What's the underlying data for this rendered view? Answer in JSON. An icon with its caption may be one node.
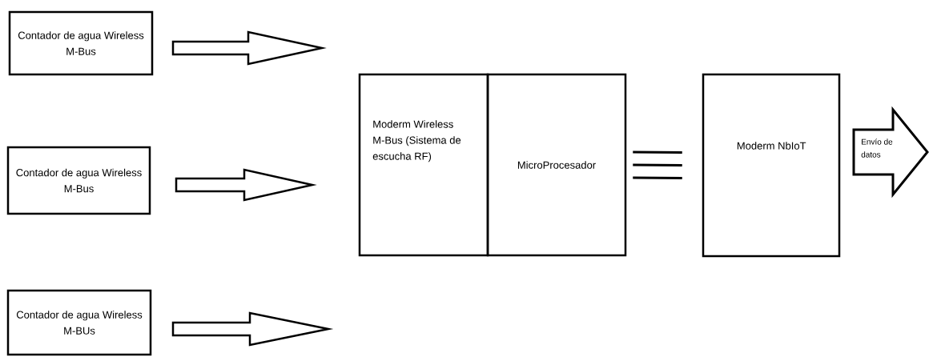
{
  "diagram": {
    "nodes": [
      {
        "text": [
          "Contador de agua Wireless M-Bus"
        ]
      },
      {
        "text": [
          "Contador de agua Wireless M-Bus"
        ]
      },
      {
        "text": [
          "Contador de agua Wireless M-BUs"
        ]
      },
      {
        "text": [
          "Moderm Wireless M-Bus (Sistema de escucha RF)"
        ]
      },
      {
        "text": [
          "MicroProcesador"
        ]
      },
      {
        "text": [
          "Moderm NbIoT"
        ]
      }
    ],
    "edges": [
      {
        "from": 0,
        "to": null,
        "arrow": "to"
      },
      {
        "from": 1,
        "to": null,
        "arrow": "to"
      },
      {
        "from": 2,
        "to": null,
        "arrow": "to"
      },
      {
        "from": 4,
        "to": 5,
        "arrow": "none"
      },
      {
        "from": 5,
        "to": null,
        "arrow": "to",
        "label": "Envío de datos"
      }
    ]
  }
}
